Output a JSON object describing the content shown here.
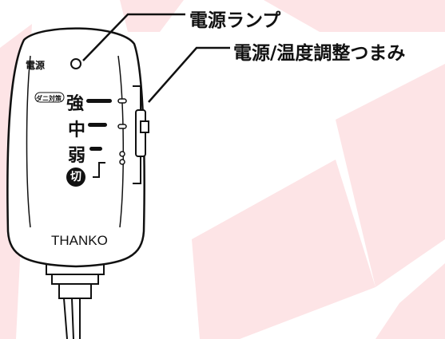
{
  "callouts": {
    "power_lamp": "電源ランプ",
    "knob": "電源/温度調整つまみ"
  },
  "device": {
    "power_label": "電源",
    "mite_badge": "ダニ対策",
    "levels": {
      "strong": "強",
      "mid": "中",
      "weak": "弱",
      "off": "切"
    },
    "brand": "THANKO"
  },
  "colors": {
    "accent_pink": "#fde4e6",
    "outline": "#111111",
    "body": "#ffffff"
  }
}
